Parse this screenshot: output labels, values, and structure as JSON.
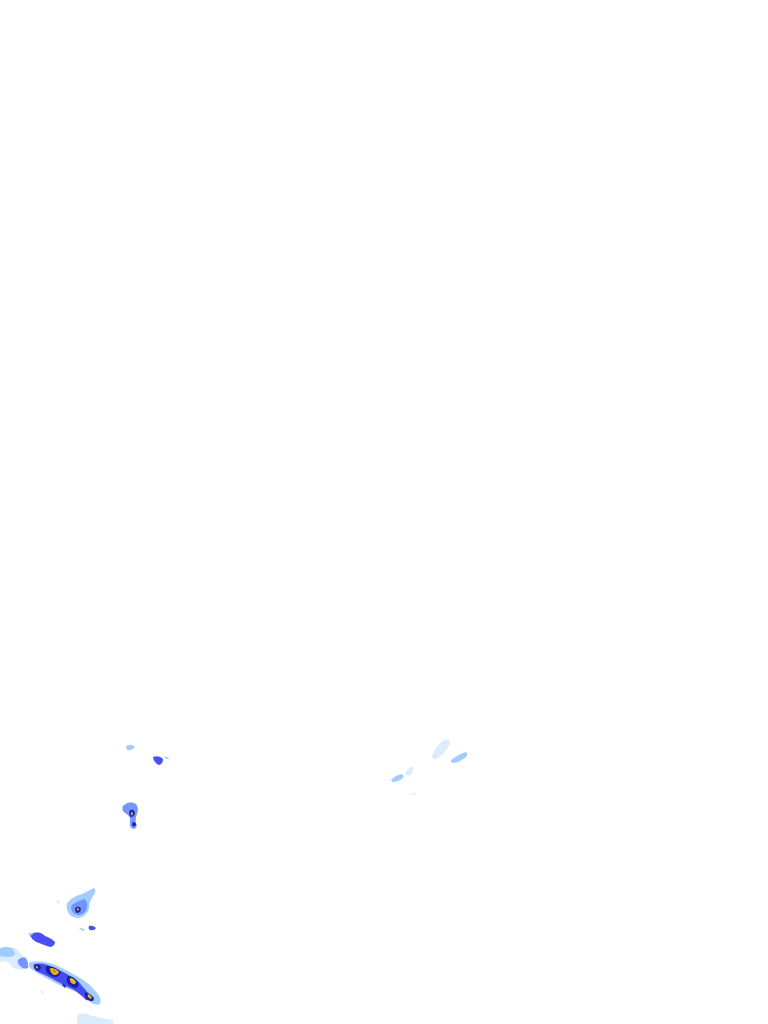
{
  "radar_layer": {
    "kind": "precipitation-intensity-overlay",
    "base_map_shown": false,
    "palette": {
      "very_light": "#cfe6ff",
      "light": "#9ec9ff",
      "moderate": "#6f8fff",
      "strong": "#3f46f0",
      "heavy": "#1a1aa8",
      "core": "#f2c200",
      "extreme": "#e8502a"
    },
    "echo_clusters": [
      {
        "id": "cluster-north-small-a",
        "region": "left",
        "max_intensity": "light"
      },
      {
        "id": "cluster-north-small-b",
        "region": "left",
        "max_intensity": "strong"
      },
      {
        "id": "cluster-mid-left",
        "region": "left",
        "max_intensity": "core"
      },
      {
        "id": "cluster-central",
        "region": "center",
        "max_intensity": "light"
      },
      {
        "id": "cluster-lower-left",
        "region": "left",
        "max_intensity": "core"
      },
      {
        "id": "cluster-southwest-band",
        "region": "bottom-left",
        "max_intensity": "extreme"
      }
    ]
  }
}
